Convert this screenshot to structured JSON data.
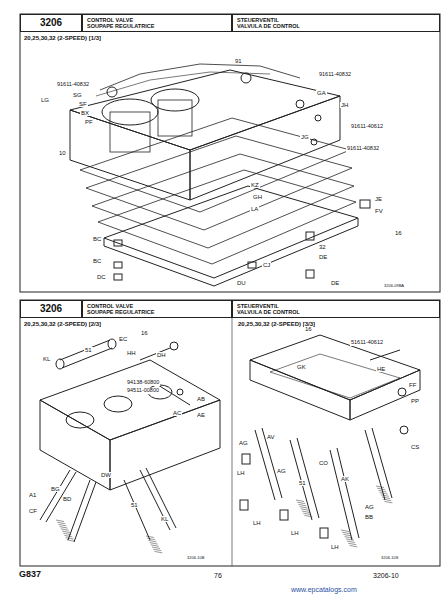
{
  "diagram": {
    "nodes": [
      {
        "text": [
          "3206"
        ]
      },
      {
        "text": [
          "CONTROL VALVE",
          "SOUPAPE REGULATRICE"
        ]
      },
      {
        "text": [
          "STEUERVENTIL",
          "VALVULA DE CONTROL"
        ]
      },
      {
        "text": [
          "3206"
        ]
      },
      {
        "text": [
          "CONTROL VALVE",
          "SOUPAPE REGULATRICE"
        ]
      },
      {
        "text": [
          "STEUERVENTIL",
          "VALVULA DE CONTROL"
        ]
      }
    ],
    "labels": [
      "20,25,30,32 (2-SPEED) [1/3]",
      "91",
      "91611-40832",
      "LG",
      "SG",
      "SF",
      "BX",
      "PF",
      "91611-40832",
      "GA",
      "JH",
      "91611-40612",
      "JG",
      "91611-40832",
      "10",
      "KZ",
      "GH",
      "LA",
      "JE",
      "FV",
      "16",
      "BC",
      "32",
      "DE",
      "CJ",
      "BC",
      "DC",
      "DU",
      "DE",
      "3206-09BA",
      "20,25,30,32 (2-SPEED) [2/3]",
      "20,25,30,32 (2-SPEED) [3/3]",
      "16",
      "EC",
      "51",
      "HH",
      "DH",
      "KL",
      "94138-60800",
      "94511-00800",
      "AB",
      "AC",
      "AE",
      "A1",
      "BG",
      "BD",
      "DW",
      "CF",
      "51",
      "KL",
      "3206-10B",
      "16",
      "51611-40612",
      "GK",
      "HE",
      "FF",
      "PP",
      "CS",
      "AG",
      "AV",
      "LH",
      "AG",
      "CO",
      "51",
      "AK",
      "LH",
      "LH",
      "AG",
      "BB",
      "LH",
      "3206-10S",
      "G837",
      "76",
      "3206-10",
      "www.epcatalogs.com"
    ]
  }
}
